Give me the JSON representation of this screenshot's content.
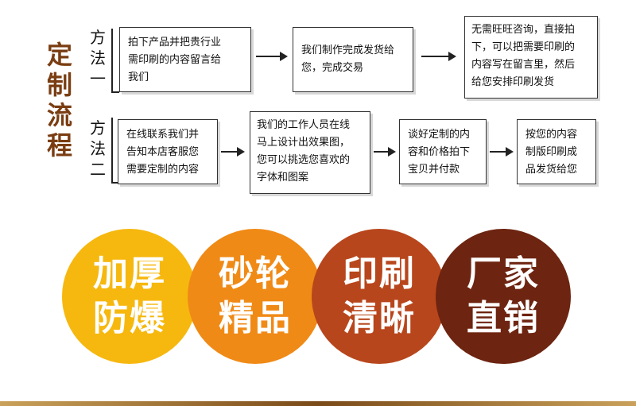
{
  "title": [
    "定",
    "制",
    "流",
    "程"
  ],
  "method1": {
    "label": [
      "方",
      "法",
      "一"
    ],
    "steps": [
      "拍下产品并把贵行业\n需印刷的内容留言给\n我们",
      "我们制作完成发货给\n您，完成交易",
      "无需旺旺咨询，直接拍\n下，可以把需要印刷的\n内容写在留言里，然后\n给您安排印刷发货"
    ]
  },
  "method2": {
    "label": [
      "方",
      "法",
      "二"
    ],
    "steps": [
      "在线联系我们并\n告知本店客服您\n需要定制的内容",
      "我们的工作人员在线\n马上设计出效果图，\n您可以挑选您喜欢的\n字体和图案",
      "谈好定制的内\n容和价格拍下\n宝贝并付款",
      "按您的内容\n制版印刷成\n品发货给您"
    ]
  },
  "features": [
    {
      "line1": "加厚",
      "line2": "防爆",
      "color": "#f6b80f"
    },
    {
      "line1": "砂轮",
      "line2": "精品",
      "color": "#f08a16"
    },
    {
      "line1": "印刷",
      "line2": "清晰",
      "color": "#b8461c"
    },
    {
      "line1": "厂家",
      "line2": "直销",
      "color": "#6d2410"
    }
  ]
}
